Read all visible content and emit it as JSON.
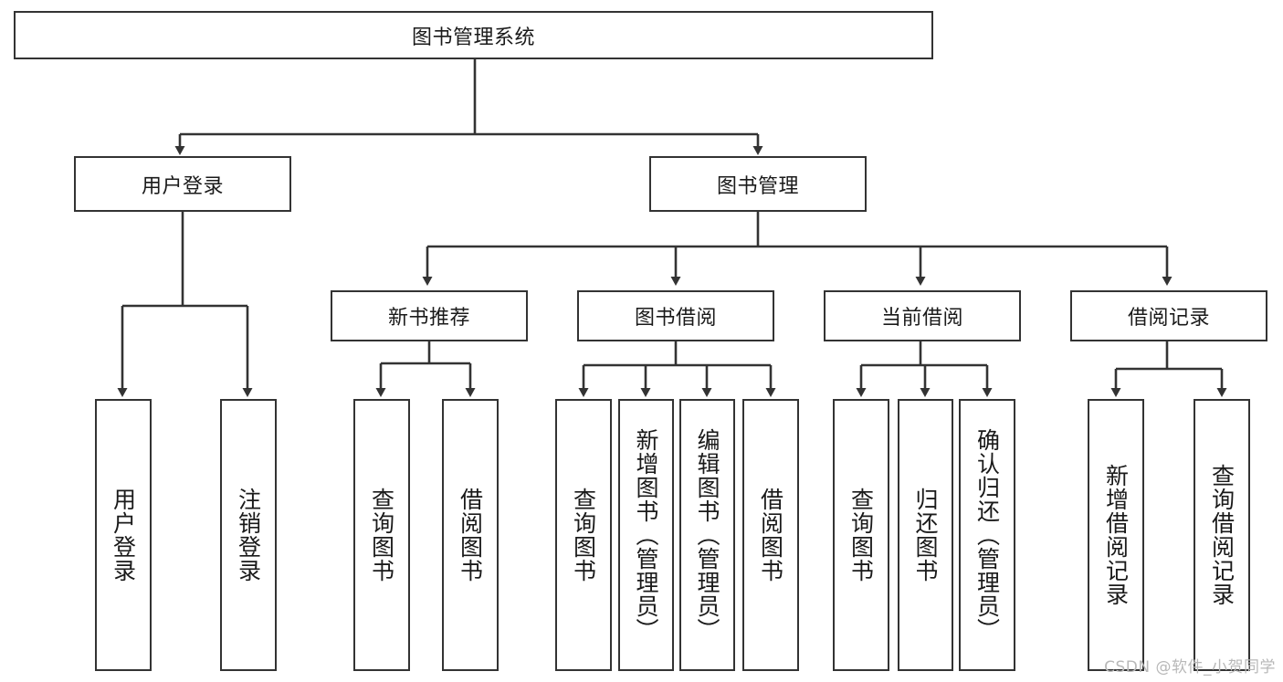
{
  "diagram": {
    "title": "图书管理系统",
    "type": "functional-decomposition-tree",
    "root": {
      "label": "图书管理系统"
    },
    "level2": [
      {
        "label": "用户登录"
      },
      {
        "label": "图书管理"
      }
    ],
    "level3": [
      {
        "label": "新书推荐"
      },
      {
        "label": "图书借阅"
      },
      {
        "label": "当前借阅"
      },
      {
        "label": "借阅记录"
      }
    ],
    "leaves": {
      "user_login": [
        {
          "label": "用户登录"
        },
        {
          "label": "注销登录"
        }
      ],
      "new_book_recommend": [
        {
          "label": "查询图书"
        },
        {
          "label": "借阅图书"
        }
      ],
      "book_borrow": [
        {
          "label": "查询图书"
        },
        {
          "label": "新增图书（管理员）"
        },
        {
          "label": "编辑图书（管理员）"
        },
        {
          "label": "借阅图书"
        }
      ],
      "current_borrow": [
        {
          "label": "查询图书"
        },
        {
          "label": "归还图书"
        },
        {
          "label": "确认归还（管理员）"
        }
      ],
      "borrow_records": [
        {
          "label": "新增借阅记录"
        },
        {
          "label": "查询借阅记录"
        }
      ]
    }
  },
  "watermark": {
    "text": "CSDN @软件_小贺同学"
  },
  "colors": {
    "stroke": "#333333",
    "text": "#1a1a1a",
    "background": "#ffffff",
    "watermark": "#b8b8b8"
  }
}
